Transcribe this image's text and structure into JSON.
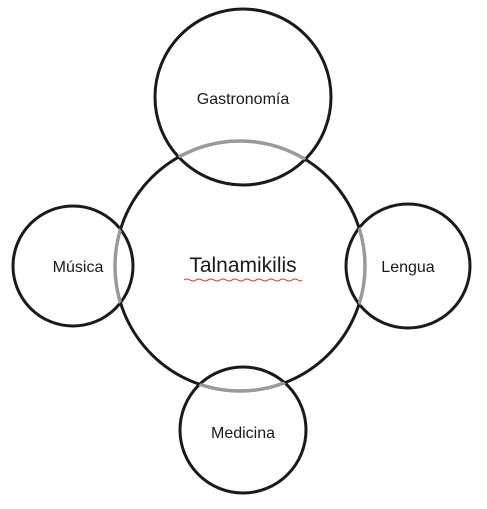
{
  "diagram": {
    "center": {
      "label": "Talnamikilis"
    },
    "nodes": {
      "top": {
        "label": "Gastronomía"
      },
      "left": {
        "label": "Música"
      },
      "right": {
        "label": "Lengua"
      },
      "bottom": {
        "label": "Medicina"
      }
    }
  },
  "colors": {
    "stroke": "#1a1a1a",
    "overlap_stroke": "#9a9a9a",
    "spellcheck_underline": "#e0312b"
  }
}
